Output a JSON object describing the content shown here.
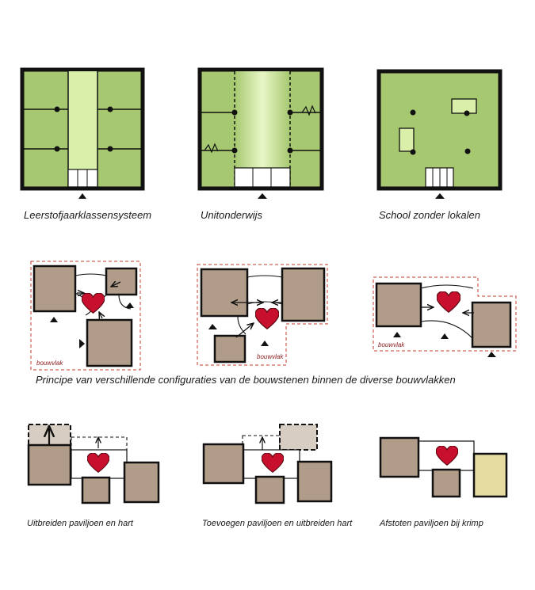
{
  "row1": {
    "captions": [
      "Leerstofjaarklassensysteem",
      "Unitonderwijs",
      "School zonder lokalen"
    ]
  },
  "row2": {
    "caption": "Principe van verschillende configuraties van de bouwstenen binnen de diverse bouwvlakken",
    "bouwvlak_label": "bouwvlak"
  },
  "row3": {
    "captions": [
      "Uitbreiden paviljoen en hart",
      "Toevoegen paviljoen en uitbreiden hart",
      "Afstoten paviljoen bij krimp"
    ]
  },
  "colors": {
    "green": "#a6c870",
    "light_green": "#d9efaa",
    "pavilion": "#b09c88",
    "pavilion_faded": "#d8cdc2",
    "pavilion_yellow": "#e6dba0",
    "heart": "#c8102e",
    "bouwvlak_line": "#c0392b"
  }
}
